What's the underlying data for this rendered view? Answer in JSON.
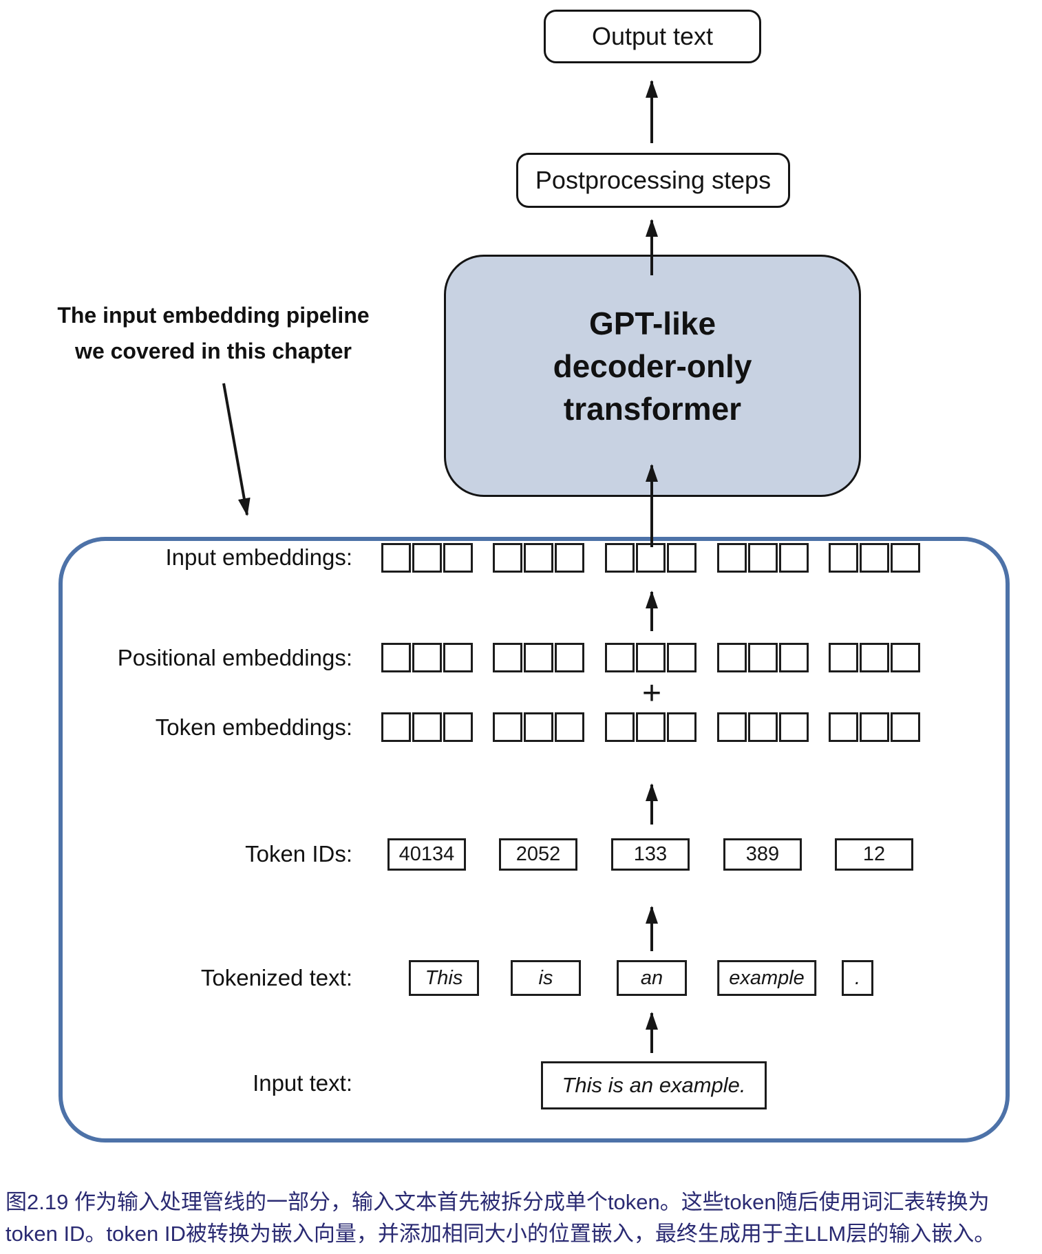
{
  "figure": {
    "flow": {
      "output_text": "Output text",
      "postprocessing": "Postprocessing steps"
    },
    "gpt_box": {
      "line1": "GPT-like",
      "line2": "decoder-only",
      "line3": "transformer"
    },
    "annotation": {
      "line1": "The input embedding pipeline",
      "line2": "we covered in this chapter"
    },
    "pipeline": {
      "labels": {
        "input_embeddings": "Input embeddings:",
        "positional_embeddings": "Positional embeddings:",
        "token_embeddings": "Token embeddings:",
        "token_ids": "Token IDs:",
        "tokenized_text": "Tokenized text:",
        "input_text": "Input text:"
      },
      "plus_sign": "+",
      "token_ids": [
        "40134",
        "2052",
        "133",
        "389",
        "12"
      ],
      "tokens": [
        "This",
        "is",
        "an",
        "example",
        "."
      ],
      "input_text": "This is an example.",
      "squares_per_group": 3,
      "group_count": 5
    },
    "caption": {
      "line1": "图2.19 作为输入处理管线的一部分，输入文本首先被拆分成单个token。这些token随后使用词汇表转换为",
      "line2": "token ID。token ID被转换为嵌入向量，并添加相同大小的位置嵌入，最终生成用于主LLM层的输入嵌入。"
    },
    "colors": {
      "gpt_fill": "#c8d2e2",
      "container_border": "#4d72a8",
      "caption_text": "#2a2a72",
      "line_color": "#161616"
    }
  }
}
